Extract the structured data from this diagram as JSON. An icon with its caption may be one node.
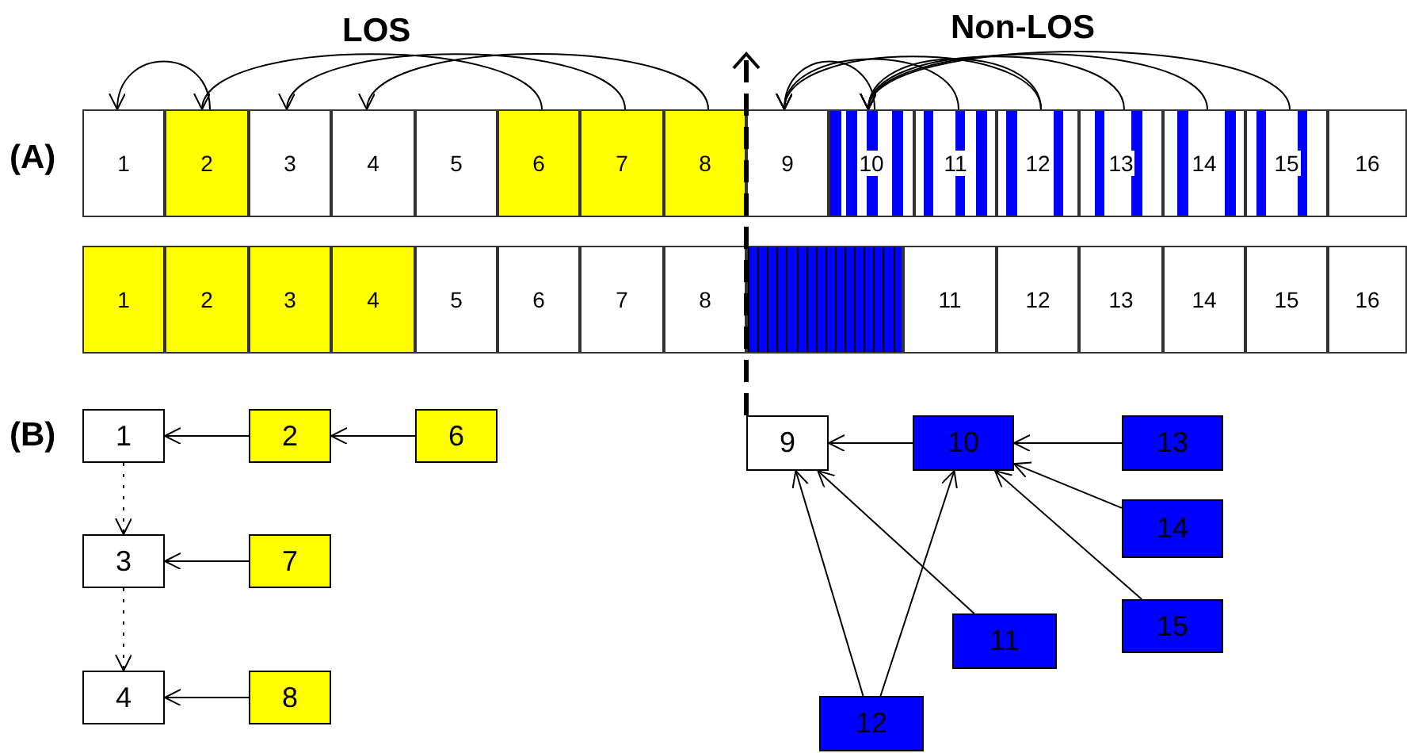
{
  "diagram": {
    "nodes": [
      {
        "text": [
          "1"
        ]
      },
      {
        "text": [
          "2"
        ]
      },
      {
        "text": [
          "3"
        ]
      },
      {
        "text": [
          "4"
        ]
      },
      {
        "text": [
          "5"
        ]
      },
      {
        "text": [
          "6"
        ]
      },
      {
        "text": [
          "7"
        ]
      },
      {
        "text": [
          "8"
        ]
      },
      {
        "text": [
          "9"
        ]
      },
      {
        "text": [
          "10"
        ]
      },
      {
        "text": [
          "11"
        ]
      },
      {
        "text": [
          "12"
        ]
      },
      {
        "text": [
          "13"
        ]
      },
      {
        "text": [
          "14"
        ]
      },
      {
        "text": [
          "15"
        ]
      },
      {
        "text": [
          "16"
        ]
      },
      {
        "text": [
          "1"
        ]
      },
      {
        "text": [
          "2"
        ]
      },
      {
        "text": [
          "3"
        ]
      },
      {
        "text": [
          "4"
        ]
      },
      {
        "text": [
          "5"
        ]
      },
      {
        "text": [
          "6"
        ]
      },
      {
        "text": [
          "7"
        ]
      },
      {
        "text": [
          "8"
        ]
      },
      {
        "text": [],
        "shape": "bar"
      },
      {
        "text": [
          "11"
        ]
      },
      {
        "text": [
          "12"
        ]
      },
      {
        "text": [
          "13"
        ]
      },
      {
        "text": [
          "14"
        ]
      },
      {
        "text": [
          "15"
        ]
      },
      {
        "text": [
          "16"
        ]
      },
      {
        "text": [
          "1"
        ]
      },
      {
        "text": [
          "2"
        ]
      },
      {
        "text": [
          "6"
        ]
      },
      {
        "text": [
          "3"
        ]
      },
      {
        "text": [
          "7"
        ]
      },
      {
        "text": [
          "4"
        ]
      },
      {
        "text": [
          "8"
        ]
      },
      {
        "text": [
          "9"
        ]
      },
      {
        "text": [
          "10"
        ]
      },
      {
        "text": [
          "13"
        ]
      },
      {
        "text": [
          "14"
        ]
      },
      {
        "text": [
          "15"
        ]
      },
      {
        "text": [
          "11"
        ]
      },
      {
        "text": [
          "12"
        ]
      }
    ],
    "edges": [
      {
        "from": 1,
        "to": 0,
        "arrow": "to"
      },
      {
        "from": 5,
        "to": 1,
        "arrow": "to"
      },
      {
        "from": 6,
        "to": 2,
        "arrow": "to"
      },
      {
        "from": 7,
        "to": 3,
        "arrow": "to"
      },
      {
        "from": 9,
        "to": 8,
        "arrow": "to"
      },
      {
        "from": 10,
        "to": 8,
        "arrow": "to"
      },
      {
        "from": 11,
        "to": 8,
        "arrow": "to"
      },
      {
        "from": 11,
        "to": 9,
        "arrow": "to"
      },
      {
        "from": 12,
        "to": 9,
        "arrow": "to"
      },
      {
        "from": 13,
        "to": 9,
        "arrow": "to"
      },
      {
        "from": 14,
        "to": 9,
        "arrow": "to"
      },
      {
        "from": 32,
        "to": 31,
        "arrow": "to"
      },
      {
        "from": 33,
        "to": 32,
        "arrow": "to"
      },
      {
        "from": 31,
        "to": 34,
        "arrow": "to",
        "style": "dashed"
      },
      {
        "from": 35,
        "to": 34,
        "arrow": "to"
      },
      {
        "from": 34,
        "to": 36,
        "arrow": "to",
        "style": "dashed"
      },
      {
        "from": 37,
        "to": 36,
        "arrow": "to"
      },
      {
        "from": 39,
        "to": 38,
        "arrow": "to"
      },
      {
        "from": 43,
        "to": 38,
        "arrow": "to"
      },
      {
        "from": 44,
        "to": 38,
        "arrow": "to"
      },
      {
        "from": 44,
        "to": 39,
        "arrow": "to"
      },
      {
        "from": 40,
        "to": 39,
        "arrow": "to"
      },
      {
        "from": 41,
        "to": 39,
        "arrow": "to"
      },
      {
        "from": 42,
        "to": 39,
        "arrow": "to"
      }
    ],
    "labels": [
      "LOS",
      "Non-LOS",
      "(A)",
      "(B)"
    ]
  }
}
